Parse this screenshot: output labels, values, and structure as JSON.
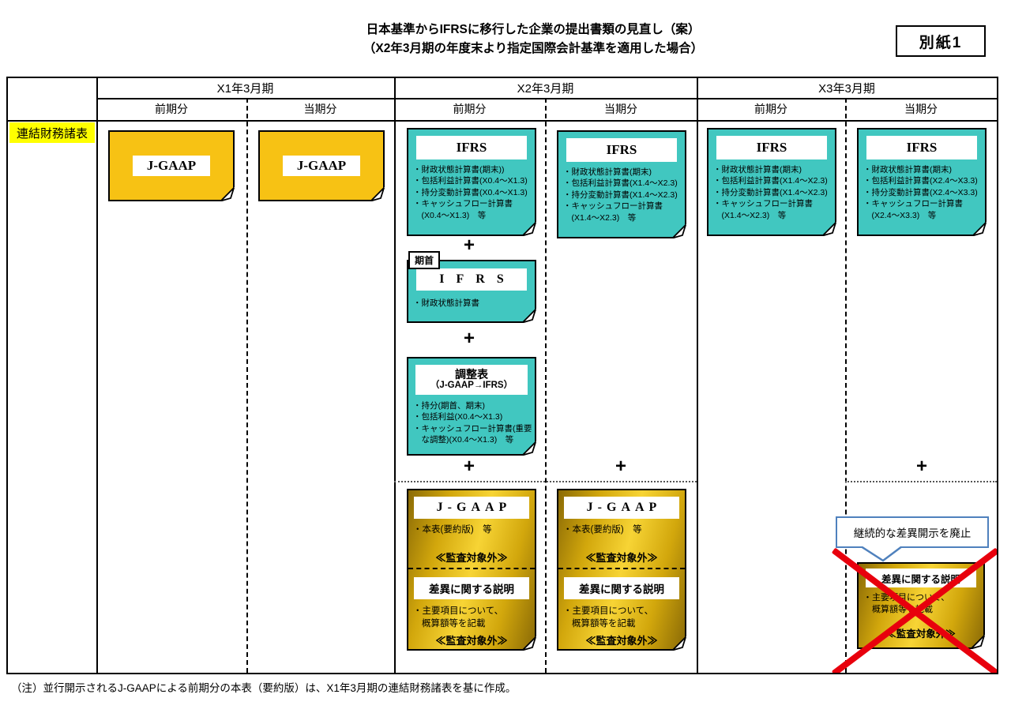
{
  "colors": {
    "yellow": "#F7C214",
    "teal": "#41C7C0",
    "gold_light": "#F7D435",
    "gold_mid": "#D2A70C",
    "gold_dark": "#8A6A06",
    "red": "#E8000D",
    "callout": "#4F81BD",
    "highlight": "#FFFF00"
  },
  "title": {
    "line1": "日本基準からIFRSに移行した企業の提出書類の見直し（案）",
    "line2": "（X2年3月期の年度末より指定国際会計基準を適用した場合）"
  },
  "tag_label": "別紙1",
  "header": {
    "groups": [
      {
        "year": "X1年3月期",
        "prev": "前期分",
        "curr": "当期分"
      },
      {
        "year": "X2年3月期",
        "prev": "前期分",
        "curr": "当期分"
      },
      {
        "year": "X3年3月期",
        "prev": "前期分",
        "curr": "当期分"
      }
    ]
  },
  "row_label": "連結財務諸表",
  "plus": "+",
  "jgaap_label": "J-GAAP",
  "ifrs_boxes": [
    {
      "title": "IFRS",
      "lines": [
        "・財政状態計算書(期末))",
        "・包括利益計算書(X0.4～X1.3)",
        "・持分変動計算書(X0.4～X1.3)",
        "・キャッシュフロー計算書",
        "　(X0.4～X1.3)　等"
      ]
    },
    {
      "title": "IFRS",
      "lines": [
        "・財政状態計算書(期末)",
        "・包括利益計算書(X1.4～X2.3)",
        "・持分変動計算書(X1.4～X2.3)",
        "・キャッシュフロー計算書",
        "　(X1.4～X2.3)　等"
      ]
    },
    {
      "title": "IFRS",
      "lines": [
        "・財政状態計算書(期末)",
        "・包括利益計算書(X1.4～X2.3)",
        "・持分変動計算書(X1.4～X2.3)",
        "・キャッシュフロー計算書",
        "　(X1.4～X2.3)　等"
      ]
    },
    {
      "title": "IFRS",
      "lines": [
        "・財政状態計算書(期末)",
        "・包括利益計算書(X2.4～X3.3)",
        "・持分変動計算書(X2.4～X3.3)",
        "・キャッシュフロー計算書",
        "　(X2.4～X3.3)　等"
      ]
    }
  ],
  "kishu_box": {
    "tab": "期首",
    "title": "IFRS",
    "line": "・財政状態計算書"
  },
  "chosei_box": {
    "title": "調整表",
    "subtitle": "（J-GAAP→IFRS）",
    "lines": [
      "・持分(期首、期末)",
      "・包括利益(X0.4～X1.3)",
      "・キャッシュフロー計算書(重要",
      "　な調整)(X0.4～X1.3)　等"
    ]
  },
  "gold_boxes": [
    {
      "title": "J-GAAP",
      "line": "・本表(要約版)　等",
      "audit1": "≪監査対象外≫",
      "diff_title": "差異に関する説明",
      "diff_line1": "・主要項目について、",
      "diff_line2": "概算額等を記載",
      "audit2": "≪監査対象外≫"
    },
    {
      "title": "J-GAAP",
      "line": "・本表(要約版)　等",
      "audit1": "≪監査対象外≫",
      "diff_title": "差異に関する説明",
      "diff_line1": "・主要項目について、",
      "diff_line2": "概算額等を記載",
      "audit2": "≪監査対象外≫"
    }
  ],
  "x3_gold_box": {
    "diff_title": "差異に関する説明",
    "diff_line1": "・主要項目について、",
    "diff_line2": "概算額等を記載",
    "audit": "≪監査対象外≫"
  },
  "callout": "継続的な差異開示を廃止",
  "footnote": "（注）並行開示されるJ-GAAPによる前期分の本表（要約版）は、X1年3月期の連結財務諸表を基に作成。"
}
